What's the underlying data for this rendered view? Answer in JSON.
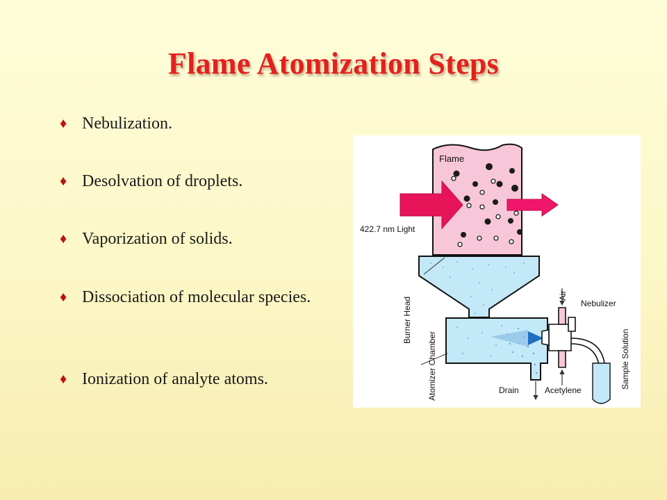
{
  "slide": {
    "title": "Flame Atomization Steps",
    "bullet_glyph": "♦",
    "bullets": [
      "Nebulization.",
      "Desolvation of droplets.",
      "Vaporization of solids.",
      "Dissociation of molecular species.",
      "Ionization of analyte atoms."
    ]
  },
  "diagram": {
    "labels": {
      "flame": "Flame",
      "light": "422.7 nm Light",
      "burner_head": "Burner Head",
      "atomizer_chamber": "Atomizer Chamber",
      "air": "Air",
      "nebulizer": "Nebulizer",
      "sample_solution": "Sample Solution",
      "drain": "Drain",
      "acetylene": "Acetylene"
    }
  },
  "colors": {
    "title": "#e4201e",
    "bullet_mark": "#c0120e",
    "flame_fill": "#f7c6d8",
    "light_arrow": "#e8145a",
    "chamber_fill": "#c3e8f7",
    "stream": "#1f6fc0"
  }
}
